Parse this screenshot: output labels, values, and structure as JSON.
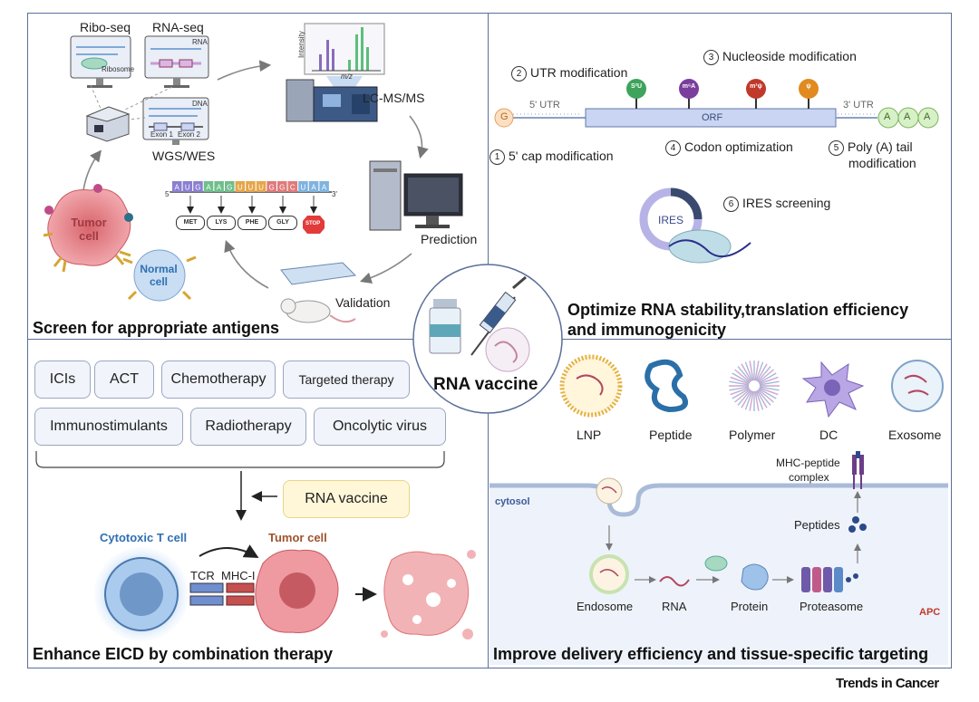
{
  "panels": {
    "top_left_title": "Screen for appropriate antigens",
    "top_right_title_line1": "Optimize RNA stability,translation efficiency",
    "top_right_title_line2": "and immunogenicity",
    "bottom_left_title": "Enhance EICD by combination therapy",
    "bottom_right_title": "Improve delivery efficiency and tissue-specific targeting"
  },
  "center": {
    "label": "RNA vaccine"
  },
  "antigen_screen": {
    "ribo_seq": "Ribo-seq",
    "rna_seq": "RNA-seq",
    "rna_small": "RNA",
    "ribosome_small": "Ribosome",
    "dna_small": "DNA",
    "exon1": "Exon 1",
    "exon2": "Exon 2",
    "wgs_wes": "WGS/WES",
    "lcms": "LC-MS/MS",
    "intensity": "Intensity",
    "mz": "m/z",
    "prediction": "Prediction",
    "validation": "Validation",
    "tumor_cell": "Tumor cell",
    "normal_cell": "Normal cell",
    "codons": [
      "A",
      "U",
      "G",
      "A",
      "A",
      "G",
      "U",
      "U",
      "U",
      "G",
      "G",
      "C",
      "U",
      "A",
      "A"
    ],
    "prime5": "5'",
    "prime3": "3'",
    "amino_acids": [
      "MET",
      "LYS",
      "PHE",
      "GLY"
    ],
    "stop": "STOP"
  },
  "optimize": {
    "utr_mod": "UTR modification",
    "nucleoside_mod": "Nucleoside modification",
    "utr5": "5' UTR",
    "utr3": "3' UTR",
    "orf": "ORF",
    "cap_g": "G",
    "cap_mod": "5' cap modification",
    "codon_opt": "Codon optimization",
    "polya_line1": "Poly (A) tail",
    "polya_line2": "modification",
    "ires_screen": "IRES screening",
    "ires": "IRES",
    "mods": [
      "S²U",
      "m⁶A",
      "m¹ψ",
      "ψ"
    ],
    "tail": [
      "A",
      "A",
      "A"
    ],
    "n1": "1",
    "n2": "2",
    "n3": "3",
    "n4": "4",
    "n5": "5",
    "n6": "6"
  },
  "combination": {
    "therapies_row1": [
      "ICIs",
      "ACT",
      "Chemotherapy",
      "Targeted therapy"
    ],
    "therapies_row2": [
      "Immunostimulants",
      "Radiotherapy",
      "Oncolytic virus"
    ],
    "rna_vaccine": "RNA vaccine",
    "cytotoxic_t": "Cytotoxic T cell",
    "tumor_cell": "Tumor cell",
    "tcr": "TCR",
    "mhc1": "MHC-I"
  },
  "delivery": {
    "carriers": [
      "LNP",
      "Peptide",
      "Polymer",
      "DC",
      "Exosome"
    ],
    "mhc_complex_line1": "MHC-peptide",
    "mhc_complex_line2": "complex",
    "cytosol": "cytosol",
    "peptides": "Peptides",
    "endosome": "Endosome",
    "rna": "RNA",
    "protein": "Protein",
    "proteasome": "Proteasome",
    "apc": "APC"
  },
  "footer": {
    "brand": "Trends in Cancer"
  },
  "colors": {
    "panel_border": "#5a6f99",
    "tumor": "#e87f86",
    "normal": "#b9d2ee",
    "orf_fill": "#c9d5f2",
    "cytosol_bg": "#eef2fa",
    "apc_red": "#c0392b",
    "t_cell_blue": "#2f6fb3",
    "tumor_label": "#a0522d"
  }
}
